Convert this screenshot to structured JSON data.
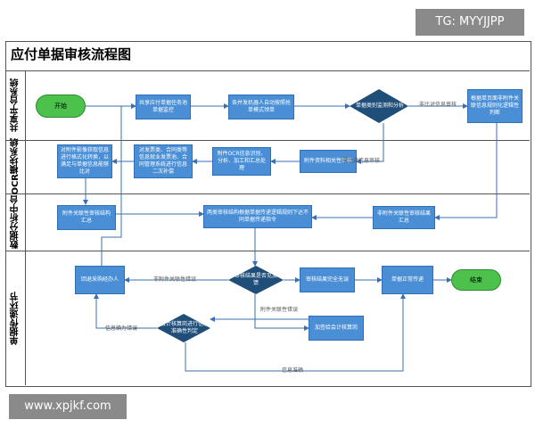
{
  "watermark_top": "TG: MYYJJPP",
  "watermark_bottom": "www.xpjkf.com",
  "title": "应付单据审核流程图",
  "lanes": [
    "共享平台系统",
    "OCR模块系统",
    "数据分析中台",
    "单据传递环节"
  ],
  "nodes": {
    "start": "开始",
    "n1": "共享应付单据任务池单据监控",
    "n2": "各并发机器人自动按照抢单模式领单",
    "d1": "单据类别监测和分析",
    "n3": "根据单页面非附件关联信息规则化逻辑性判断",
    "n4": "附件资料相关性审核",
    "n5": "附件OCR信息识别、分析、加工和汇总处理",
    "n6": "对发票类、合同类等信息就业发票池、合同管理系统进行信息二次补偿",
    "n7": "对附件影像获取信息进行格式化转换，以满足与单据信息能够比对",
    "n8": "附件关联性审核结构汇总",
    "n9": "两类审核结构根据单据传递逻辑规则下达不同单据传递指令",
    "n10": "非附件关联性审核结果汇总",
    "n11": "回退采购经办人",
    "d2": "审核结果是否见反馈",
    "n12": "审核结果完全无误",
    "n13": "单据正常传递",
    "end": "结束",
    "n14": "加签给会计核算岗",
    "d3": "会计核算岗进行信息准确性判定"
  },
  "edge_labels": {
    "e1": "非比对信息审核",
    "e2": "需比对信息审核",
    "e3": "非附件关联性错误",
    "e4": "附件关联性错误",
    "e5": "信息确为错误",
    "e6": "信息准确"
  }
}
